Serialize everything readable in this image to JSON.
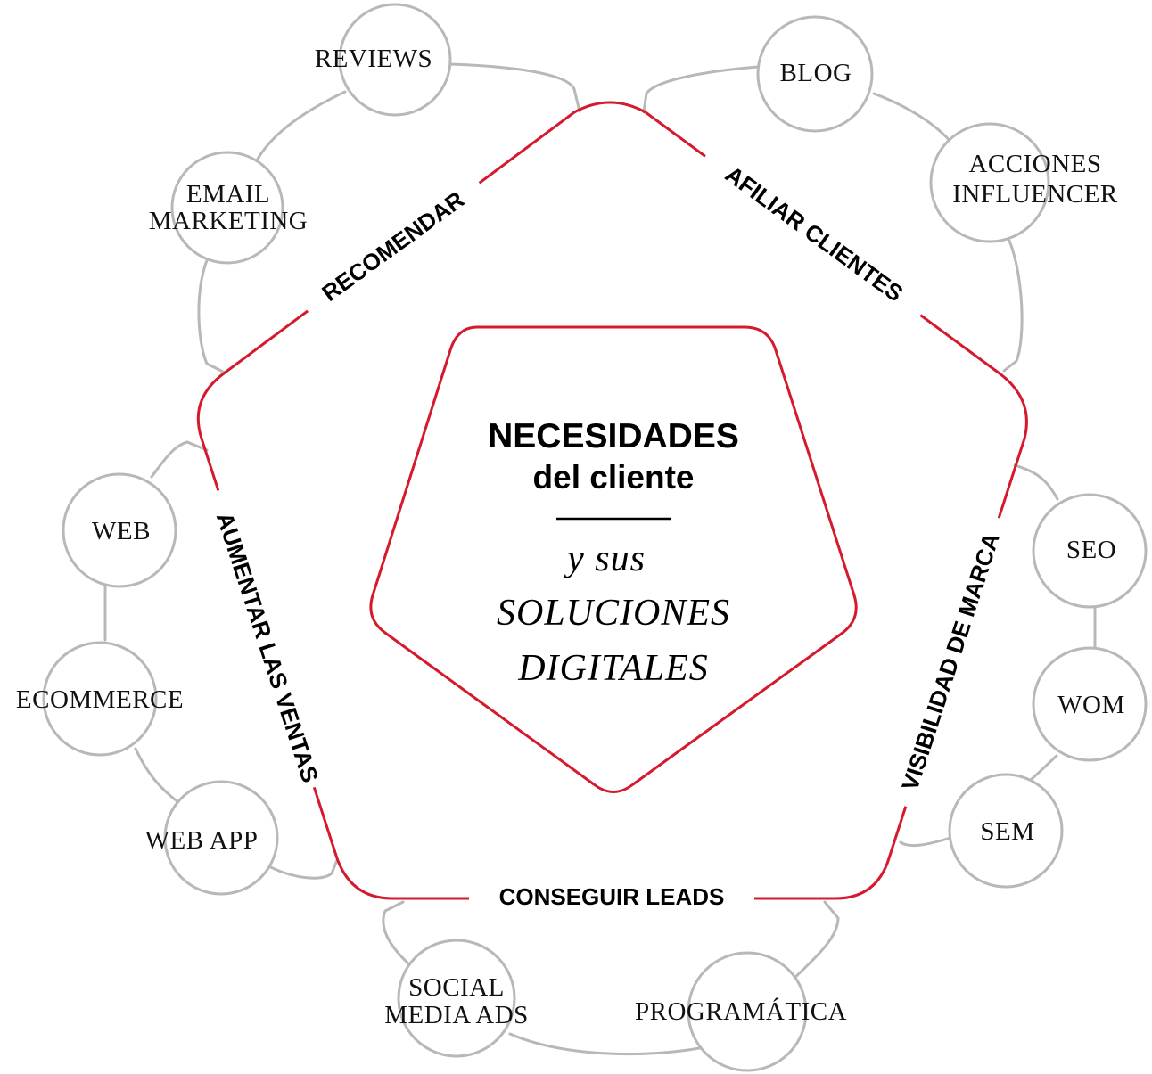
{
  "center": {
    "title": "NECESIDADES",
    "subtitle": "del cliente",
    "connector": "y sus",
    "solutions_line1": "SOLUCIONES",
    "solutions_line2": "DIGITALES"
  },
  "stages": {
    "recomendar": "RECOMENDAR",
    "afiliar": "AFILIAR CLIENTES",
    "visibilidad": "VISIBILIDAD DE MARCA",
    "leads": "CONSEGUIR LEADS",
    "ventas": "AUMENTAR LAS VENTAS"
  },
  "nodes": {
    "reviews": "REVIEWS",
    "email_1": "EMAIL",
    "email_2": "MARKETING",
    "blog": "BLOG",
    "influencer_1": "ACCIONES",
    "influencer_2": "INFLUENCER",
    "seo": "SEO",
    "wom": "WOM",
    "sem": "SEM",
    "social_1": "SOCIAL",
    "social_2": "MEDIA ADS",
    "programatica": "PROGRAMÁTICA",
    "web": "WEB",
    "ecommerce": "ECOMMERCE",
    "webapp": "WEB APP"
  },
  "colors": {
    "accent": "#d41a2c",
    "node_stroke": "#b8b8b8",
    "text": "#000000"
  }
}
